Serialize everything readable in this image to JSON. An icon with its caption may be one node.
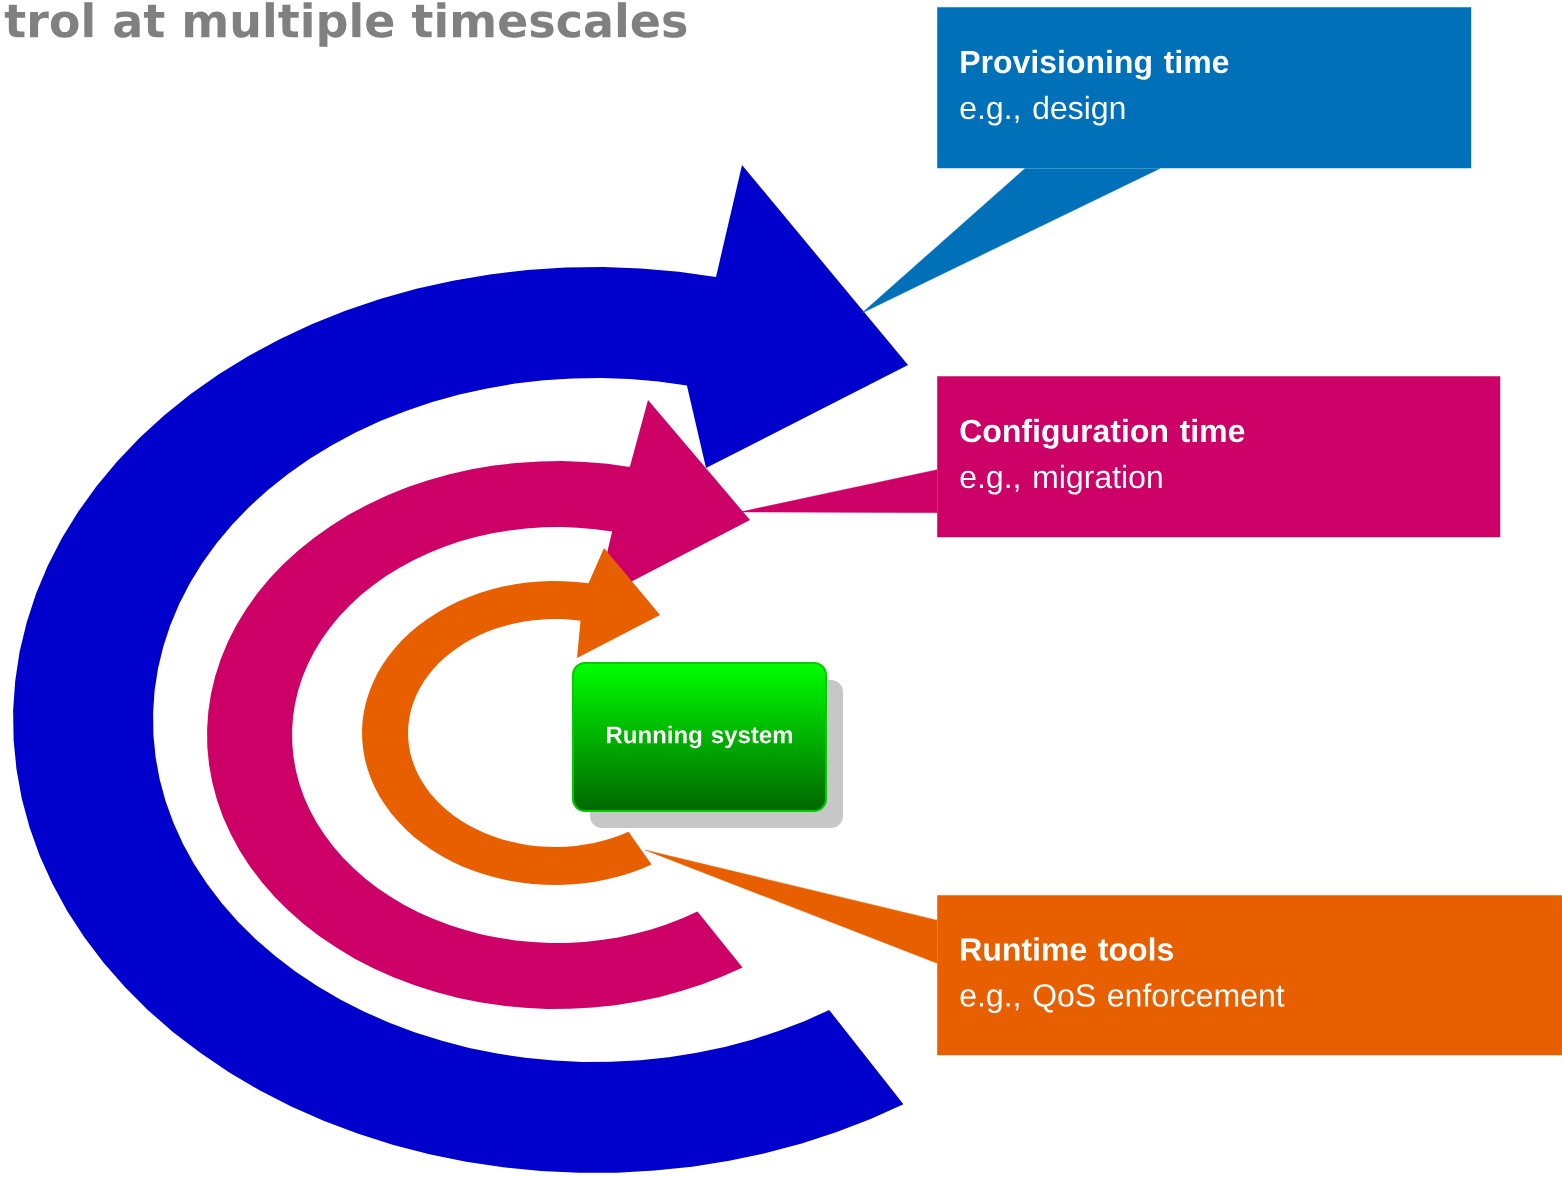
{
  "diagram": {
    "title": "trol at multiple timescales",
    "nodes": [
      {
        "text": [
          "Provisioning time",
          "e.g., design"
        ]
      },
      {
        "text": [
          "Configuration time",
          "e.g., migration"
        ]
      },
      {
        "text": [
          "Runtime tools",
          "e.g., QoS enforcement"
        ]
      },
      {
        "text": [
          "Running system"
        ]
      },
      {
        "text": [],
        "shape": "arrow"
      },
      {
        "text": [],
        "shape": "arrow"
      },
      {
        "text": [],
        "shape": "arrow"
      }
    ],
    "edges": [
      {
        "from": 0,
        "to": 4,
        "arrow": "none",
        "color": "#0070b8"
      },
      {
        "from": 1,
        "to": 5,
        "arrow": "none",
        "color": "#cc0066"
      },
      {
        "from": 2,
        "to": 6,
        "arrow": "none",
        "color": "#e85f00"
      }
    ]
  }
}
